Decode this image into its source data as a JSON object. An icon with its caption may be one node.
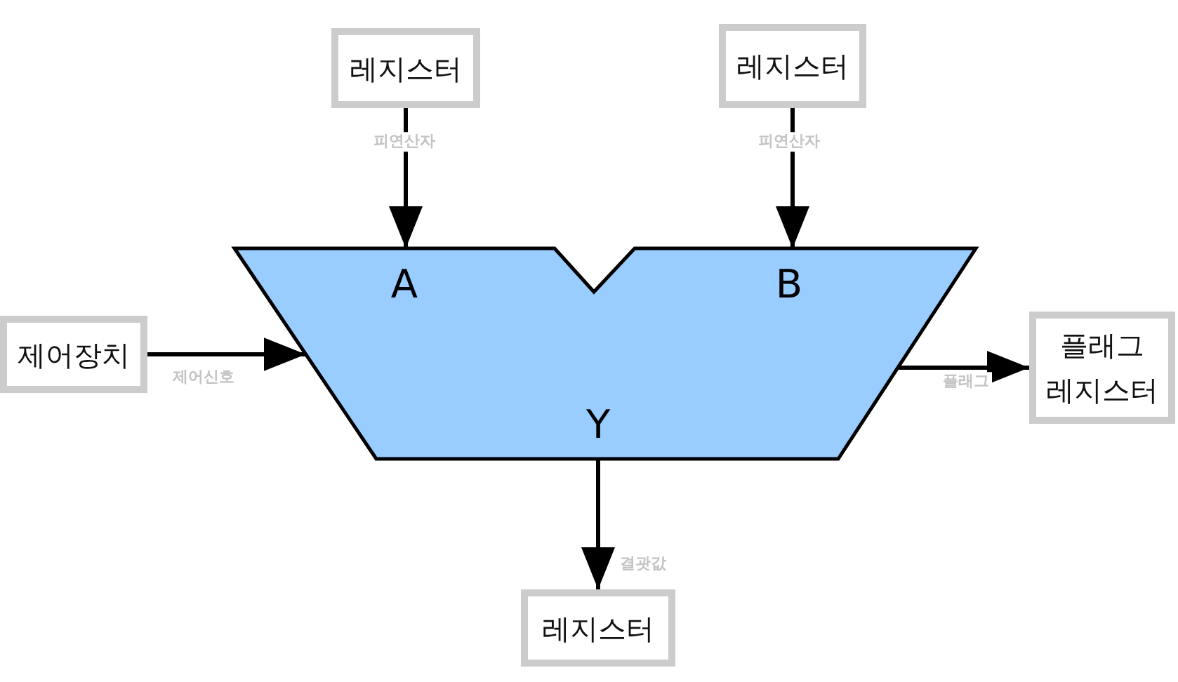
{
  "diagram": {
    "nodes": [
      {
        "text": [
          "레지스터"
        ]
      },
      {
        "text": [
          "레지스터"
        ]
      },
      {
        "text": [
          "제어장치"
        ]
      },
      {
        "text": [
          "A",
          "B",
          "Y"
        ]
      },
      {
        "text": [
          "플래그 레지스터"
        ]
      },
      {
        "text": [
          "레지스터"
        ]
      }
    ],
    "edges": [
      {
        "from": 0,
        "to": 3,
        "arrow": "to",
        "label": "피연산자"
      },
      {
        "from": 1,
        "to": 3,
        "arrow": "to",
        "label": "피연산자"
      },
      {
        "from": 2,
        "to": 3,
        "arrow": "to",
        "label": "제어신호"
      },
      {
        "from": 3,
        "to": 4,
        "arrow": "to",
        "label": "플래그"
      },
      {
        "from": 3,
        "to": 5,
        "arrow": "to",
        "label": "결괏값"
      }
    ]
  }
}
